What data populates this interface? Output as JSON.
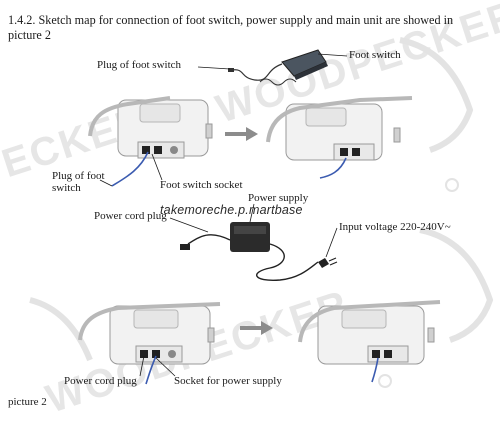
{
  "heading": "1.4.2. Sketch map for connection of foot switch, power supply and main unit are showed in picture 2",
  "labels": {
    "plug_of_foot_switch_top": "Plug of foot switch",
    "foot_switch": "Foot switch",
    "plug_of_foot_switch_left": "Plug of foot switch",
    "foot_switch_socket": "Foot switch socket",
    "power_supply": "Power supply",
    "power_cord_plug_mid": "Power cord plug",
    "input_voltage": "Input voltage 220-240V~",
    "power_cord_plug_bottom": "Power cord plug",
    "socket_for_power_supply": "Socket for power supply"
  },
  "watermarks": {
    "url": "takemoreche.p.martbase",
    "brand_top": "WOODPECKER",
    "brand_left": "ECKER",
    "brand_bottom": "WOODPECKER"
  },
  "caption": "picture 2",
  "colors": {
    "text": "#1a1a1a",
    "device_body": "#f2f2f2",
    "device_outline": "#9a9a9a",
    "cable_blue": "#3b5bb0",
    "watermark": "#e6e6e6"
  }
}
